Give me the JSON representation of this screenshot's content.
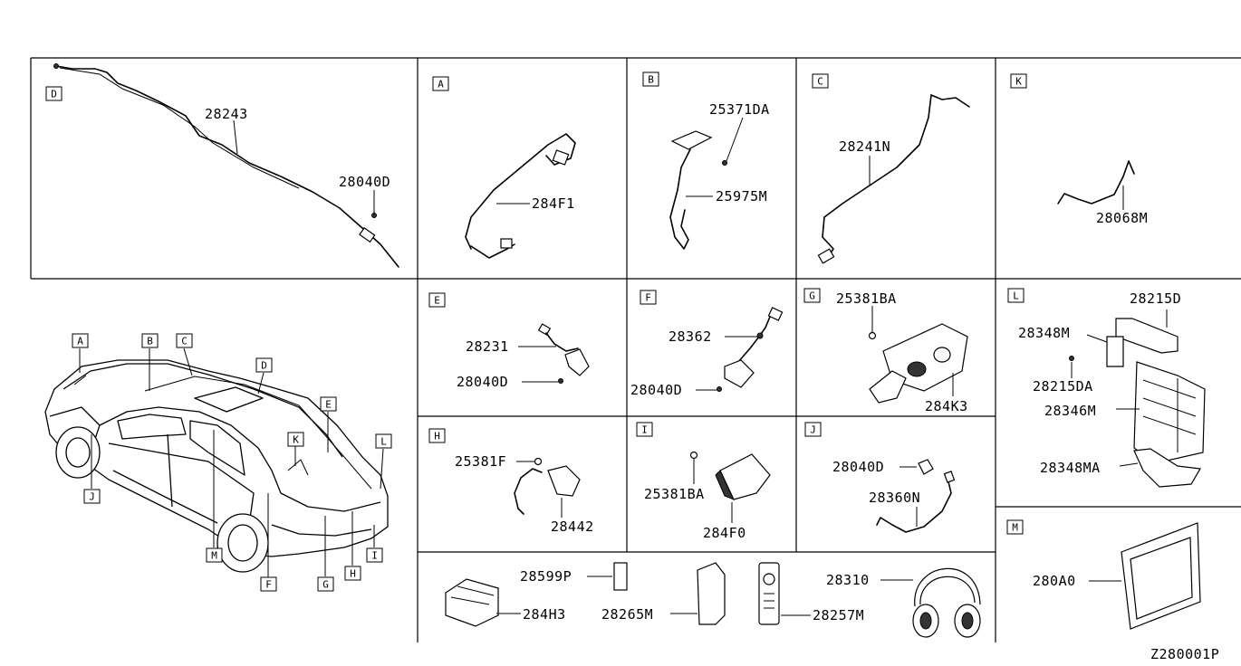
{
  "diagram_code": "Z280001P",
  "panels": {
    "D": {
      "letter": "D",
      "parts": [
        "28243",
        "28040D"
      ]
    },
    "A": {
      "letter": "A",
      "parts": [
        "284F1"
      ]
    },
    "B": {
      "letter": "B",
      "parts": [
        "25371DA",
        "25975M"
      ]
    },
    "C": {
      "letter": "C",
      "parts": [
        "28241N"
      ]
    },
    "K": {
      "letter": "K",
      "parts": [
        "28068M"
      ]
    },
    "E": {
      "letter": "E",
      "parts": [
        "28231",
        "28040D"
      ]
    },
    "F": {
      "letter": "F",
      "parts": [
        "28362",
        "28040D"
      ]
    },
    "G": {
      "letter": "G",
      "parts": [
        "25381BA",
        "284K3"
      ]
    },
    "L": {
      "letter": "L",
      "parts": [
        "28215D",
        "28348M",
        "28215DA",
        "28346M",
        "28348MA"
      ]
    },
    "H": {
      "letter": "H",
      "parts": [
        "25381F",
        "28442"
      ]
    },
    "I": {
      "letter": "I",
      "parts": [
        "25381BA",
        "284F0"
      ]
    },
    "J": {
      "letter": "J",
      "parts": [
        "28040D",
        "28360N"
      ]
    },
    "M": {
      "letter": "M",
      "parts": [
        "280A0"
      ]
    },
    "misc": {
      "parts": [
        "28599P",
        "284H3",
        "28265M",
        "28257M",
        "28310"
      ]
    }
  },
  "car_callouts": [
    "A",
    "B",
    "C",
    "D",
    "E",
    "J",
    "K",
    "L",
    "M",
    "F",
    "G",
    "H",
    "I"
  ]
}
